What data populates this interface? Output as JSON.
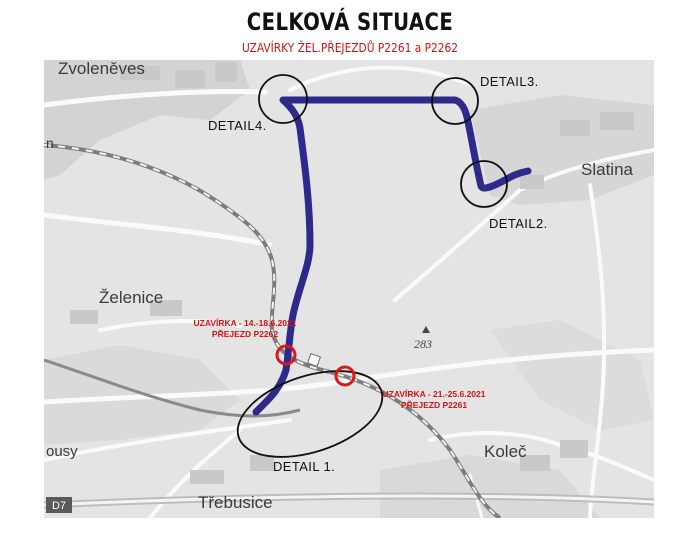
{
  "header": {
    "title": "CELKOVÁ SITUACE",
    "subtitle": "UZAVÍRKY ŽEL.PŘEJEZDŮ P2261 a P2262"
  },
  "places": {
    "zvolenoves": "Zvoleněves",
    "zelenice": "Želenice",
    "slatina": "Slatina",
    "kolec": "Koleč",
    "trebusice": "Třebusice",
    "ousy": "ousy",
    "left_edge": "n"
  },
  "elevation": "283",
  "road_badge": "D7",
  "details": {
    "d1": "DETAIL 1.",
    "d2": "DETAIL2.",
    "d3": "DETAIL3.",
    "d4": "DETAIL4."
  },
  "closures": {
    "p2262_line1": "UZAVÍRKA - 14.-18.6.2021",
    "p2262_line2": "PŘEJEZD P2262",
    "p2261_line1": "UZAVÍRKA - 21.-25.6.2021",
    "p2261_line2": "PŘEJEZD P2261"
  },
  "colors": {
    "detour_route": "#2e2a8c",
    "closure_marker": "#d61a1a",
    "map_background": "#e4e4e4"
  }
}
